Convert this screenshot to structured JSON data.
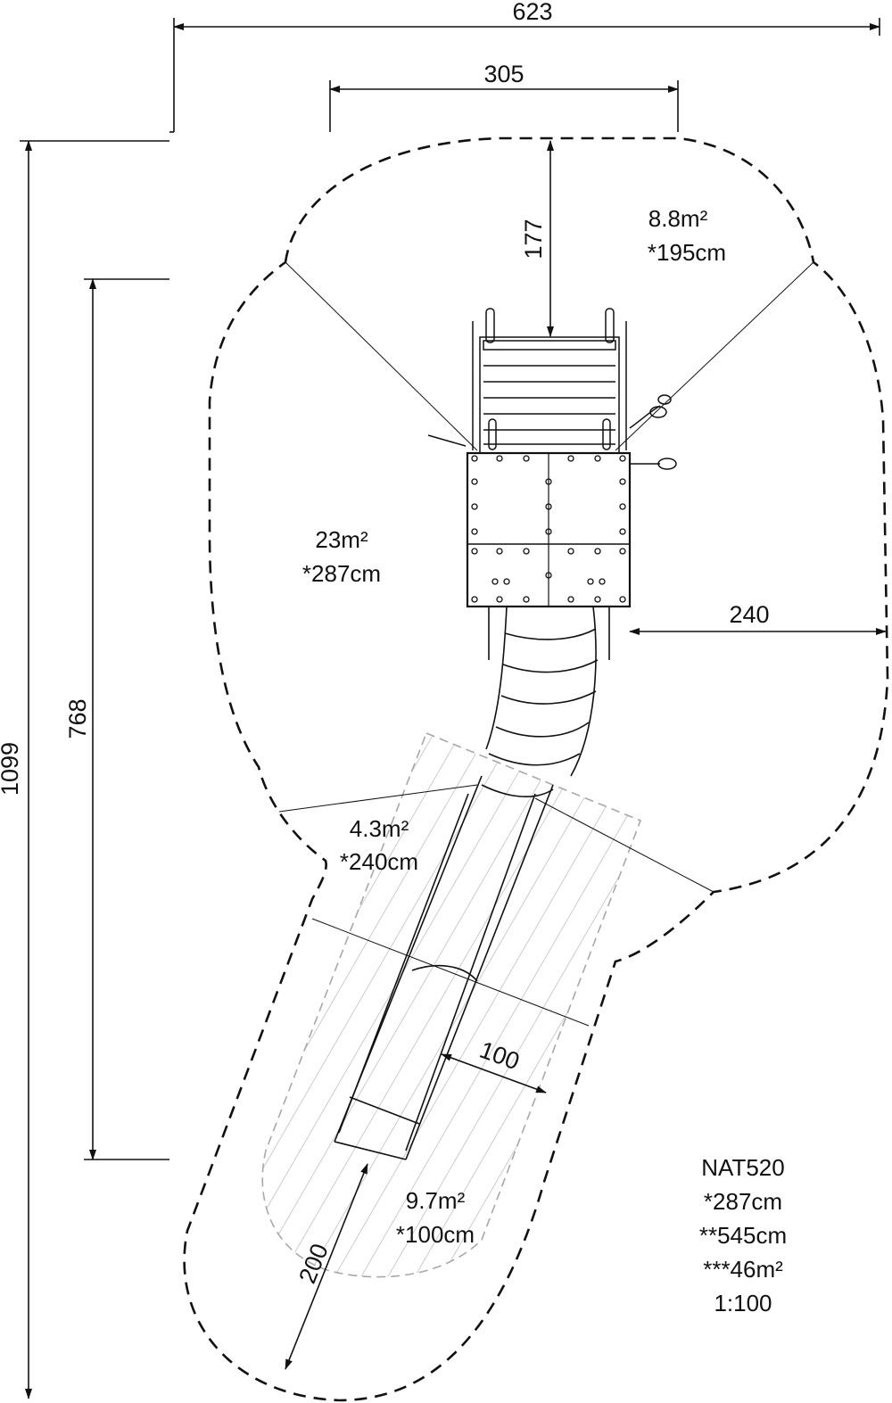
{
  "dimensions": {
    "overall_width": "623",
    "inner_width": "305",
    "overall_height": "1099",
    "height_768": "768",
    "top_clearance": "177",
    "right_clearance": "240",
    "slide_exit_width": "100",
    "slide_exit_length": "200"
  },
  "zones": [
    {
      "area": "8.8m²",
      "height": "*195cm"
    },
    {
      "area": "23m²",
      "height": "*287cm"
    },
    {
      "area": "4.3m²",
      "height": "*240cm"
    },
    {
      "area": "9.7m²",
      "height": "*100cm"
    }
  ],
  "info": {
    "model": "NAT520",
    "free_fall_height": "*287cm",
    "total_height": "**545cm",
    "safety_area": "***46m²",
    "scale": "1:100"
  }
}
